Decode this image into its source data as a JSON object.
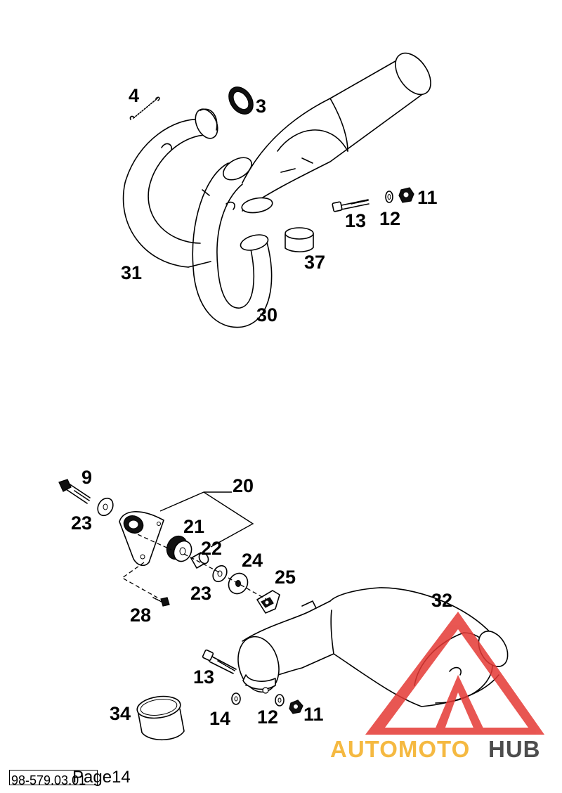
{
  "diagram": {
    "callouts": {
      "c4": "4",
      "c3": "3",
      "c11a": "11",
      "c13a": "13",
      "c12a": "12",
      "c37": "37",
      "c31": "31",
      "c30": "30",
      "c9": "9",
      "c20": "20",
      "c23a": "23",
      "c21": "21",
      "c22": "22",
      "c24": "24",
      "c25": "25",
      "c23b": "23",
      "c28": "28",
      "c32": "32",
      "c13b": "13",
      "c34": "34",
      "c14": "14",
      "c12b": "12",
      "c11b": "11"
    }
  },
  "footer": {
    "doc_code": "98-579.03.01",
    "page_label": "Page14"
  },
  "watermark": {
    "text_part1": "AUTOMOTO",
    "text_part2": "HUB",
    "color_part1": "#f5b941",
    "color_part2": "#4d4d4d",
    "logo_color": "#e53935"
  }
}
